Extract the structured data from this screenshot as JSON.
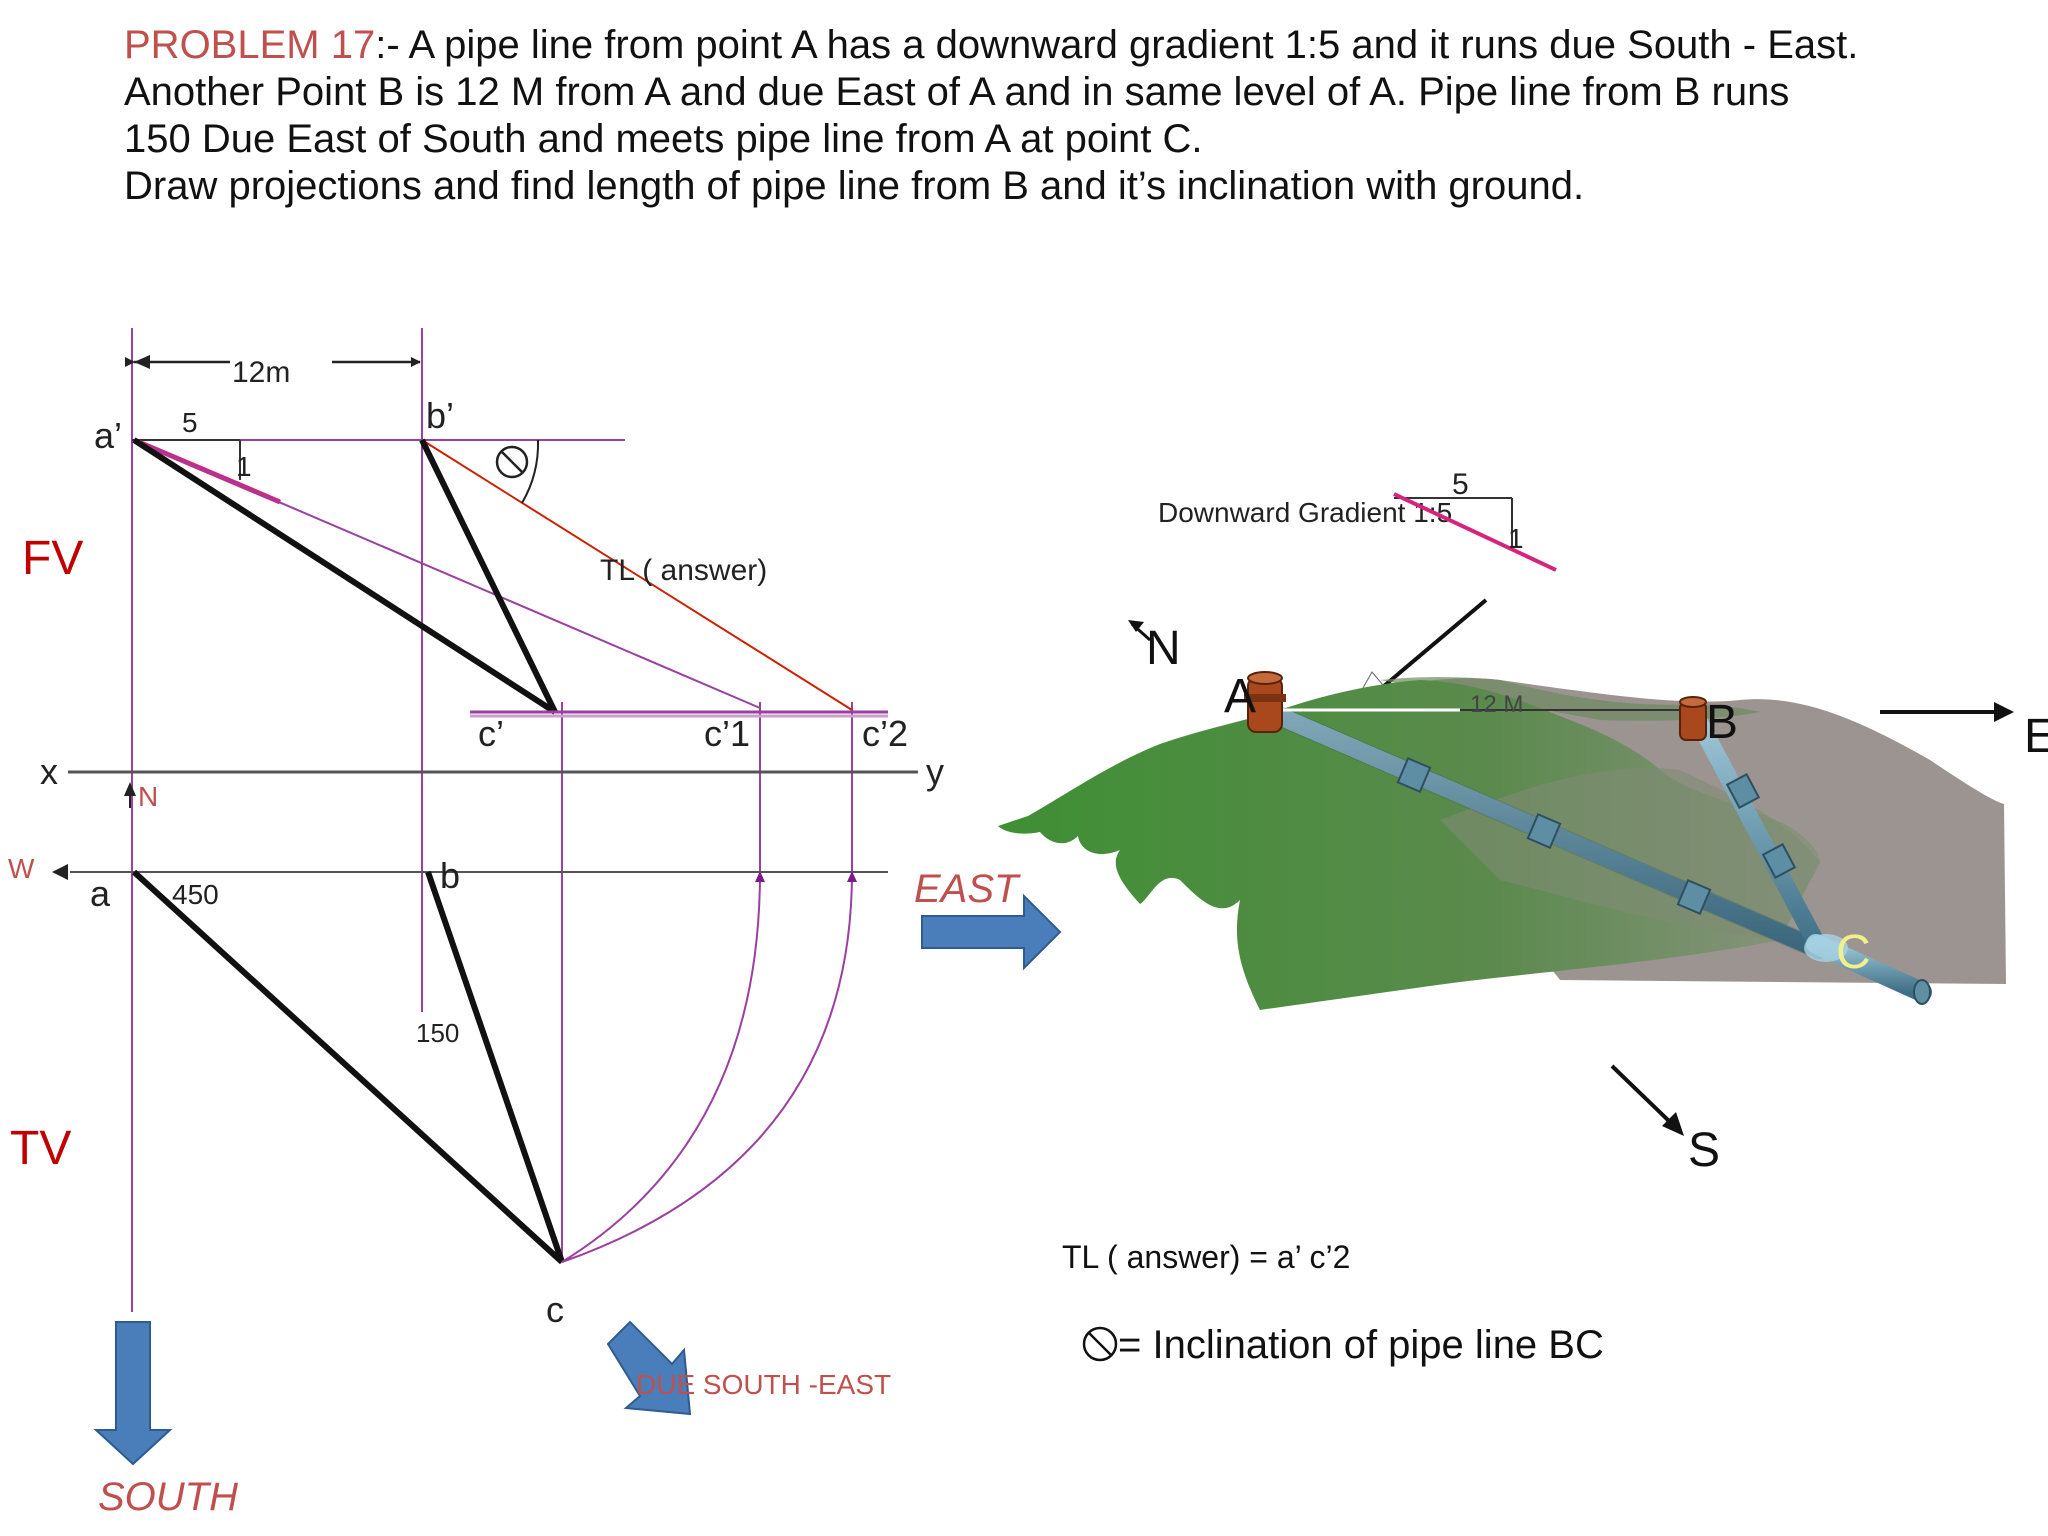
{
  "problem": {
    "label": "PROBLEM 17",
    "line1_rest": ":- A pipe line from point A has a downward gradient 1:5 and it runs due South - East.",
    "line2": "Another Point B is 12 M from A and due East of A and in same level of A. Pipe line from B runs",
    "line3": "150 Due East of South and meets pipe line from A at point C.",
    "line4": "Draw projections and find length of pipe line from B and it’s inclination with ground."
  },
  "drawing": {
    "dim_12m": "12m",
    "a_prime": "a’",
    "b_prime": "b’",
    "c_prime": "c’",
    "c1_prime": "c’1",
    "c2_prime": "c’2",
    "gradient_run": "5",
    "gradient_rise": "1",
    "fv": "FV",
    "tv": "TV",
    "x": "x",
    "y": "y",
    "north": "N",
    "west": "W",
    "a": "a",
    "b": "b",
    "c": "c",
    "angle_450": "450",
    "angle_150": "150",
    "tl_answer": "TL ( answer)",
    "east": "EAST",
    "south": "SOUTH",
    "due_south_east": "DUE SOUTH -EAST",
    "theta_symbol": "⦸"
  },
  "illustration": {
    "gradient_label": "Downward Gradient 1:5",
    "gradient_run": "5",
    "gradient_rise": "1",
    "north": "N",
    "east": "E",
    "south": "S",
    "point_a": "A",
    "point_b": "B",
    "point_c": "C",
    "distance": "12 M"
  },
  "answers": {
    "tl_answer": "TL ( answer) = a’ c’2",
    "theta_symbol": "⦸",
    "inclination": "= Inclination of pipe line BC"
  },
  "colors": {
    "title_label": "#c0504d",
    "construction": "#9b3fa0",
    "red_line": "#cc2200",
    "magenta": "#d6247a",
    "arrow_blue": "#4a7ebb",
    "view_label": "#c00000",
    "grass": "#4b8f3a",
    "hill": "#9c9491",
    "pipe": "#6a9fb5",
    "valve": "#a8481c"
  }
}
